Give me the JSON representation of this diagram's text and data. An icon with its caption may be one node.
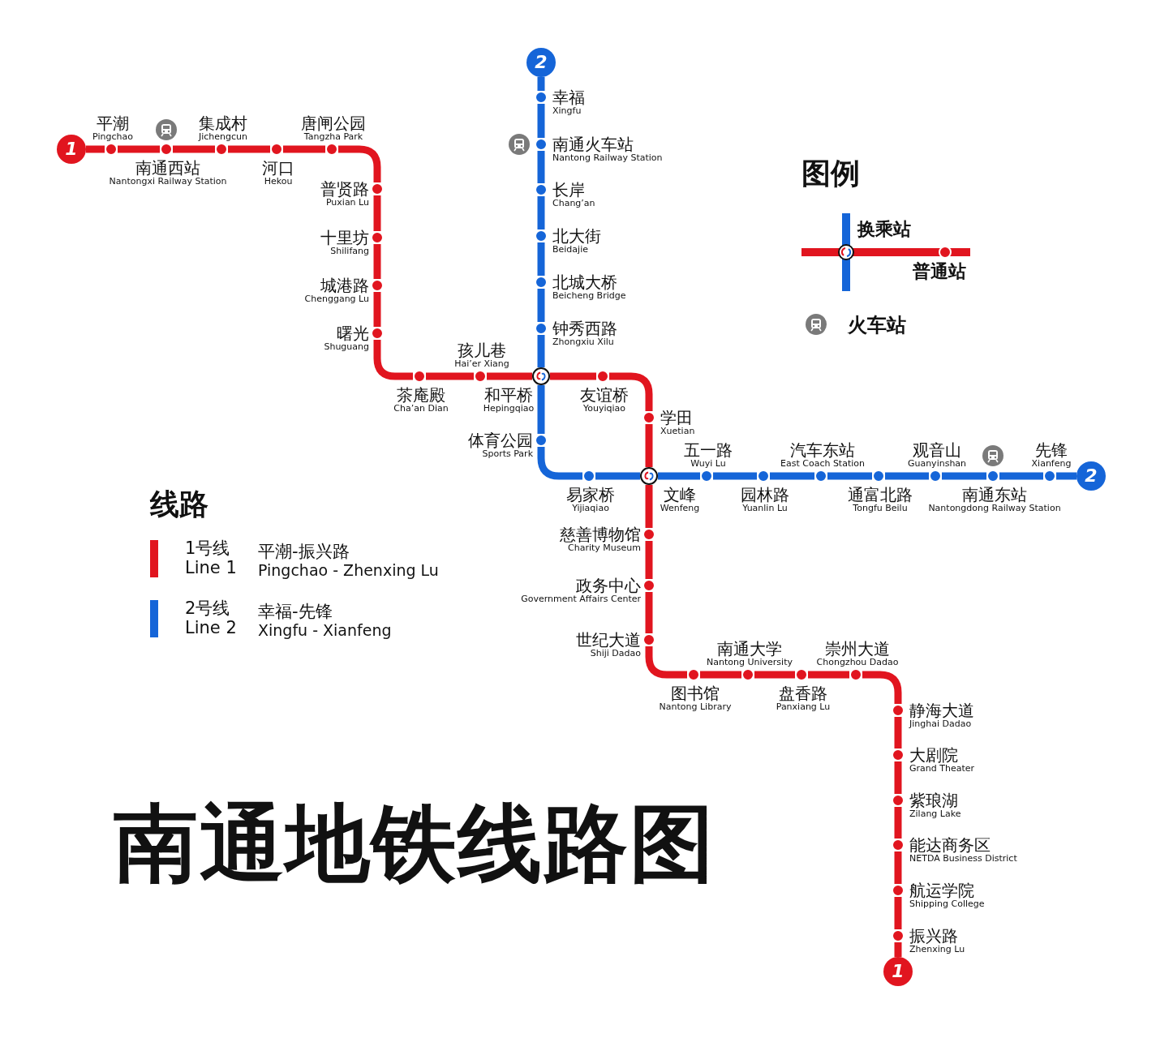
{
  "diagram": {
    "title": "南通地铁线路图",
    "nodes": [
      {
        "text": [
          "1"
        ]
      },
      {
        "text": [
          "平潮",
          "Pingchao"
        ]
      },
      {
        "text": [
          "南通西站",
          "Nantongxi Railway Station"
        ]
      },
      {
        "text": [
          "集成村",
          "Jichengcun"
        ]
      },
      {
        "text": [
          "河口",
          "Hekou"
        ]
      },
      {
        "text": [
          "唐闸公园",
          "Tangzha Park"
        ]
      },
      {
        "text": [
          "普贤路",
          "Puxian Lu"
        ]
      },
      {
        "text": [
          "十里坊",
          "Shilifang"
        ]
      },
      {
        "text": [
          "城港路",
          "Chenggang Lu"
        ]
      },
      {
        "text": [
          "曙光",
          "Shuguang"
        ]
      },
      {
        "text": [
          "茶庵殿",
          "Cha’an Dian"
        ]
      },
      {
        "text": [
          "孩儿巷",
          "Hai’er Xiang"
        ]
      },
      {
        "text": [
          "和平桥",
          "Hepingqiao"
        ]
      },
      {
        "text": [
          "友谊桥",
          "Youyiqiao"
        ]
      },
      {
        "text": [
          "学田",
          "Xuetian"
        ]
      },
      {
        "text": [
          "文峰",
          "Wenfeng"
        ]
      },
      {
        "text": [
          "慈善博物馆",
          "Charity Museum"
        ]
      },
      {
        "text": [
          "政务中心",
          "Government Affairs Center"
        ]
      },
      {
        "text": [
          "世纪大道",
          "Shiji Dadao"
        ]
      },
      {
        "text": [
          "图书馆",
          "Nantong Library"
        ]
      },
      {
        "text": [
          "南通大学",
          "Nantong University"
        ]
      },
      {
        "text": [
          "盘香路",
          "Panxiang Lu"
        ]
      },
      {
        "text": [
          "崇州大道",
          "Chongzhou Dadao"
        ]
      },
      {
        "text": [
          "静海大道",
          "Jinghai Dadao"
        ]
      },
      {
        "text": [
          "大剧院",
          "Grand Theater"
        ]
      },
      {
        "text": [
          "紫琅湖",
          "Zilang Lake"
        ]
      },
      {
        "text": [
          "能达商务区",
          "NETDA Business District"
        ]
      },
      {
        "text": [
          "航运学院",
          "Shipping College"
        ]
      },
      {
        "text": [
          "振兴路",
          "Zhenxing Lu"
        ]
      },
      {
        "text": [
          "1"
        ]
      },
      {
        "text": [
          "2"
        ]
      },
      {
        "text": [
          "幸福",
          "Xingfu"
        ]
      },
      {
        "text": [
          "南通火车站",
          "Nantong Railway Station"
        ]
      },
      {
        "text": [
          "长岸",
          "Chang’an"
        ]
      },
      {
        "text": [
          "北大街",
          "Beidajie"
        ]
      },
      {
        "text": [
          "北城大桥",
          "Beicheng Bridge"
        ]
      },
      {
        "text": [
          "钟秀西路",
          "Zhongxiu Xilu"
        ]
      },
      {
        "text": [
          "体育公园",
          "Sports Park"
        ]
      },
      {
        "text": [
          "易家桥",
          "Yijiaqiao"
        ]
      },
      {
        "text": [
          "五一路",
          "Wuyi Lu"
        ]
      },
      {
        "text": [
          "园林路",
          "Yuanlin Lu"
        ]
      },
      {
        "text": [
          "汽车东站",
          "East Coach Station"
        ]
      },
      {
        "text": [
          "通富北路",
          "Tongfu Beilu"
        ]
      },
      {
        "text": [
          "观音山",
          "Guanyinshan"
        ]
      },
      {
        "text": [
          "南通东站",
          "Nantongdong Railway Station"
        ]
      },
      {
        "text": [
          "先锋",
          "Xianfeng"
        ]
      },
      {
        "text": [
          "2"
        ]
      }
    ],
    "edges": [
      {
        "from": 0,
        "to": 1,
        "arrow": "none"
      },
      {
        "from": 1,
        "to": 2,
        "arrow": "none"
      },
      {
        "from": 2,
        "to": 3,
        "arrow": "none"
      },
      {
        "from": 3,
        "to": 4,
        "arrow": "none"
      },
      {
        "from": 4,
        "to": 5,
        "arrow": "none"
      },
      {
        "from": 5,
        "to": 6,
        "arrow": "none"
      },
      {
        "from": 6,
        "to": 7,
        "arrow": "none"
      },
      {
        "from": 7,
        "to": 8,
        "arrow": "none"
      },
      {
        "from": 8,
        "to": 9,
        "arrow": "none"
      },
      {
        "from": 9,
        "to": 10,
        "arrow": "none"
      },
      {
        "from": 10,
        "to": 11,
        "arrow": "none"
      },
      {
        "from": 11,
        "to": 12,
        "arrow": "none"
      },
      {
        "from": 12,
        "to": 13,
        "arrow": "none"
      },
      {
        "from": 13,
        "to": 14,
        "arrow": "none"
      },
      {
        "from": 14,
        "to": 15,
        "arrow": "none"
      },
      {
        "from": 15,
        "to": 16,
        "arrow": "none"
      },
      {
        "from": 16,
        "to": 17,
        "arrow": "none"
      },
      {
        "from": 17,
        "to": 18,
        "arrow": "none"
      },
      {
        "from": 18,
        "to": 19,
        "arrow": "none"
      },
      {
        "from": 19,
        "to": 20,
        "arrow": "none"
      },
      {
        "from": 20,
        "to": 21,
        "arrow": "none"
      },
      {
        "from": 21,
        "to": 22,
        "arrow": "none"
      },
      {
        "from": 22,
        "to": 23,
        "arrow": "none"
      },
      {
        "from": 23,
        "to": 24,
        "arrow": "none"
      },
      {
        "from": 24,
        "to": 25,
        "arrow": "none"
      },
      {
        "from": 25,
        "to": 26,
        "arrow": "none"
      },
      {
        "from": 26,
        "to": 27,
        "arrow": "none"
      },
      {
        "from": 27,
        "to": 28,
        "arrow": "none"
      },
      {
        "from": 28,
        "to": 29,
        "arrow": "none"
      },
      {
        "from": 30,
        "to": 31,
        "arrow": "none",
        "color": "#1565d8"
      },
      {
        "from": 31,
        "to": 32,
        "arrow": "none",
        "color": "#1565d8"
      },
      {
        "from": 32,
        "to": 33,
        "arrow": "none",
        "color": "#1565d8"
      },
      {
        "from": 33,
        "to": 34,
        "arrow": "none",
        "color": "#1565d8"
      },
      {
        "from": 34,
        "to": 35,
        "arrow": "none",
        "color": "#1565d8"
      },
      {
        "from": 35,
        "to": 36,
        "arrow": "none",
        "color": "#1565d8"
      },
      {
        "from": 36,
        "to": 12,
        "arrow": "none",
        "color": "#1565d8"
      },
      {
        "from": 12,
        "to": 37,
        "arrow": "none",
        "color": "#1565d8"
      },
      {
        "from": 37,
        "to": 38,
        "arrow": "none",
        "color": "#1565d8"
      },
      {
        "from": 38,
        "to": 15,
        "arrow": "none",
        "color": "#1565d8"
      },
      {
        "from": 15,
        "to": 39,
        "arrow": "none",
        "color": "#1565d8"
      },
      {
        "from": 39,
        "to": 40,
        "arrow": "none",
        "color": "#1565d8"
      },
      {
        "from": 40,
        "to": 41,
        "arrow": "none",
        "color": "#1565d8"
      },
      {
        "from": 41,
        "to": 42,
        "arrow": "none",
        "color": "#1565d8"
      },
      {
        "from": 42,
        "to": 43,
        "arrow": "none",
        "color": "#1565d8"
      },
      {
        "from": 43,
        "to": 44,
        "arrow": "none",
        "color": "#1565d8"
      },
      {
        "from": 44,
        "to": 45,
        "arrow": "none",
        "color": "#1565d8"
      },
      {
        "from": 45,
        "to": 46,
        "arrow": "none",
        "color": "#1565d8"
      }
    ],
    "labels": [
      "线路",
      "平潮-振兴路",
      "Pingchao - Zhenxing Lu",
      "幸福-先锋",
      "Xingfu - Xianfeng",
      "图例"
    ],
    "legend": [
      {
        "text": "1号线 Line 1",
        "color": "#e1151f"
      },
      {
        "text": "2号线 Line 2",
        "color": "#1565d8"
      },
      {
        "text": "换乘站"
      },
      {
        "text": "普通站"
      },
      {
        "text": "火车站"
      }
    ]
  }
}
